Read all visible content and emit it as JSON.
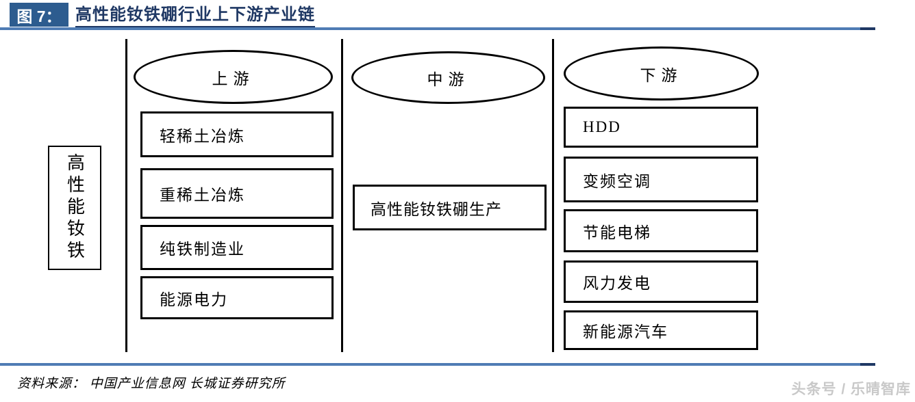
{
  "header": {
    "figure_label": "图 7：",
    "title": "高性能钕铁硼行业上下游产业链"
  },
  "diagram": {
    "side_label": "高性能钕铁",
    "columns": [
      {
        "stage": "上游",
        "items": [
          "轻稀土冶炼",
          "重稀土冶炼",
          "纯铁制造业",
          "能源电力"
        ]
      },
      {
        "stage": "中游",
        "items": [
          "高性能钕铁硼生产"
        ]
      },
      {
        "stage": "下游",
        "items": [
          "HDD",
          "变频空调",
          "节能电梯",
          "风力发电",
          "新能源汽车"
        ]
      }
    ]
  },
  "footer": {
    "source": "资料来源： 中国产业信息网 长城证券研究所",
    "watermark": "头条号 / 乐晴智库"
  },
  "colors": {
    "badge_blue": "#2d5c8f",
    "title_navy": "#1f3864",
    "rule_blue": "#4f7cb4",
    "watermark_gray": "#c9c9c9"
  }
}
